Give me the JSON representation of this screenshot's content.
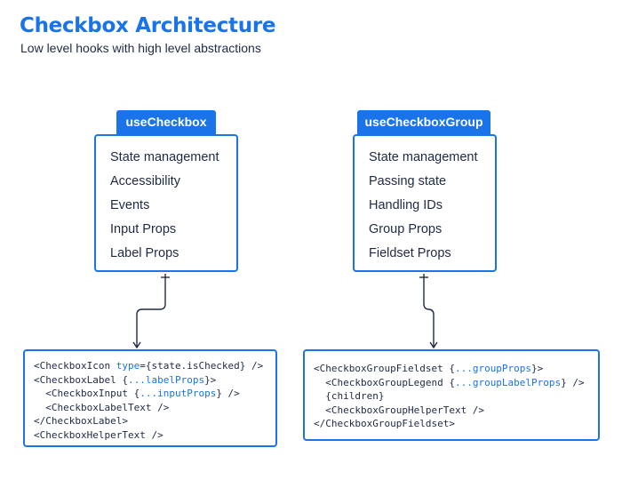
{
  "header": {
    "title": "Checkbox Architecture",
    "subtitle": "Low level hooks with high level abstractions"
  },
  "colors": {
    "accent": "#1a73e8",
    "text": "#1e2a44",
    "background": "#ffffff"
  },
  "left": {
    "hook_name": "useCheckbox",
    "items": [
      "State management",
      "Accessibility",
      "Events",
      "Input Props",
      "Label Props"
    ],
    "code": [
      [
        {
          "t": "<CheckboxIcon "
        },
        {
          "t": "type",
          "h": true
        },
        {
          "t": "={state.isChecked} />"
        }
      ],
      [
        {
          "t": "<CheckboxLabel {"
        },
        {
          "t": "...labelProps",
          "h": true
        },
        {
          "t": "}>"
        }
      ],
      [
        {
          "t": "  <CheckboxInput {"
        },
        {
          "t": "...inputProps",
          "h": true
        },
        {
          "t": "} />"
        }
      ],
      [
        {
          "t": "  <CheckboxLabelText />"
        }
      ],
      [
        {
          "t": "</CheckboxLabel>"
        }
      ],
      [
        {
          "t": "<CheckboxHelperText />"
        }
      ]
    ]
  },
  "right": {
    "hook_name": "useCheckboxGroup",
    "items": [
      "State management",
      "Passing state",
      "Handling IDs",
      "Group Props",
      "Fieldset Props"
    ],
    "code": [
      [
        {
          "t": "<CheckboxGroupFieldset {"
        },
        {
          "t": "...groupProps",
          "h": true
        },
        {
          "t": "}>"
        }
      ],
      [
        {
          "t": "  <CheckboxGroupLegend {"
        },
        {
          "t": "...groupLabelProps",
          "h": true
        },
        {
          "t": "} />"
        }
      ],
      [
        {
          "t": "  {children}"
        }
      ],
      [
        {
          "t": "  <CheckboxGroupHelperText />"
        }
      ],
      [
        {
          "t": "</CheckboxGroupFieldset>"
        }
      ]
    ]
  }
}
